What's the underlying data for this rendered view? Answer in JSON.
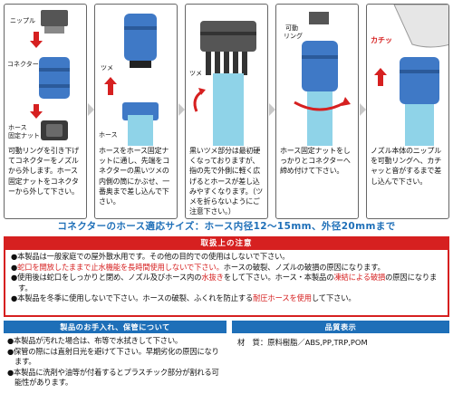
{
  "steps": [
    {
      "labels": {
        "nipple": "ニップル",
        "connector": "コネクター",
        "nut_line1": "ホース",
        "nut_line2": "固定ナット"
      },
      "text": "可動リングを引き下げてコネクターをノズルから外します。ホース固定ナットをコネクターから外して下さい。"
    },
    {
      "labels": {
        "claw": "ツメ",
        "hose": "ホース"
      },
      "text": "ホースをホース固定ナットに通し、先端をコネクターの黒いツメの内側の筒にかぶせ、一番奥まで差し込んで下さい。"
    },
    {
      "labels": {
        "claw": "ツメ"
      },
      "text": "黒いツメ部分は最初硬くなっておりますが、指の先で外側に軽く広げるとホースが差し込みやすくなります。（ツメを折らないようにご注意下さい。）"
    },
    {
      "labels": {
        "ring_line1": "可動",
        "ring_line2": "リング"
      },
      "text": "ホース固定ナットをしっかりとコネクターへ締め付けて下さい。"
    },
    {
      "labels": {
        "click": "カチッ"
      },
      "text": "ノズル本体のニップルを可動リングへ、カチャッと音がするまで差し込んで下さい。"
    }
  ],
  "size_banner": "コネクターのホース適応サイズ：ホース内径12～15mm、外径20mmまで",
  "caution": {
    "title": "取扱上の注意",
    "items": [
      {
        "parts": [
          {
            "t": "●本製品は一般家庭での屋外散水用です。その他の目的での使用はしないで下さい。",
            "red": false
          }
        ]
      },
      {
        "parts": [
          {
            "t": "●",
            "red": false
          },
          {
            "t": "蛇口を開放したままで止水機能を長時間使用しないで下さい。",
            "red": true
          },
          {
            "t": "ホースの破裂、ノズルの破損の原因になります。",
            "red": false
          }
        ]
      },
      {
        "parts": [
          {
            "t": "●使用後は蛇口をしっかりと閉め、ノズル及びホース内の",
            "red": false
          },
          {
            "t": "水抜き",
            "red": true
          },
          {
            "t": "をして下さい。ホース・本製品の",
            "red": false
          },
          {
            "t": "凍結による破損",
            "red": true
          },
          {
            "t": "の原因になります。",
            "red": false
          }
        ]
      },
      {
        "parts": [
          {
            "t": "●本製品を冬季に使用しないで下さい。ホースの破裂、ふくれを防止する",
            "red": false
          },
          {
            "t": "耐圧ホースを使用",
            "red": true
          },
          {
            "t": "して下さい。",
            "red": false
          }
        ]
      }
    ]
  },
  "care": {
    "title": "製品のお手入れ、保管について",
    "items": [
      "●本製品が汚れた場合は、布等で水拭きして下さい。",
      "●保管の際には直射日光を避けて下さい。早期劣化の原因になります。",
      "●本製品に洗剤や油等が付着するとプラスチック部分が割れる可能性があります。"
    ]
  },
  "quality": {
    "title": "品質表示",
    "material_label": "材　質：",
    "material_value": "原料樹脂／ABS,PP,TRP,POM"
  },
  "colors": {
    "brand_blue": "#1e6fb8",
    "warning_red": "#d62020",
    "connector_blue": "#3f79c6",
    "hose_cyan": "#8fd3e8"
  }
}
